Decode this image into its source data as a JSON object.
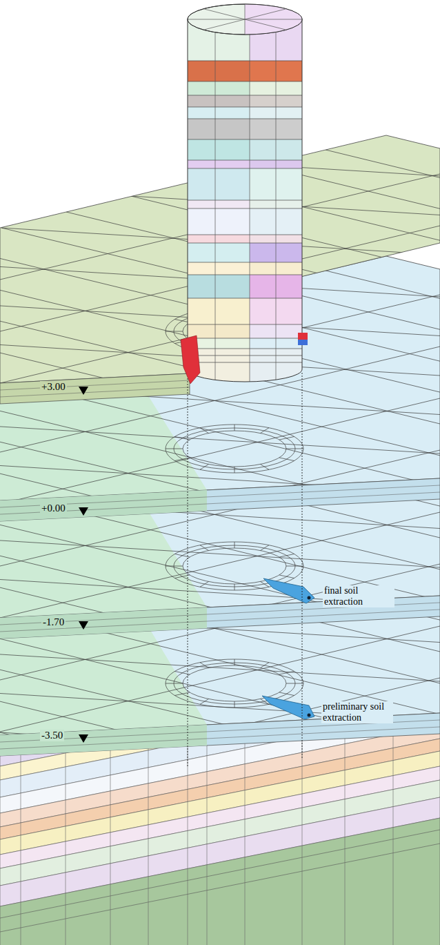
{
  "diagram": {
    "labels": [
      "+3.00",
      "+0.00",
      "-1.70",
      "-3.50",
      "final soil extraction",
      "preliminary soil extraction"
    ]
  }
}
